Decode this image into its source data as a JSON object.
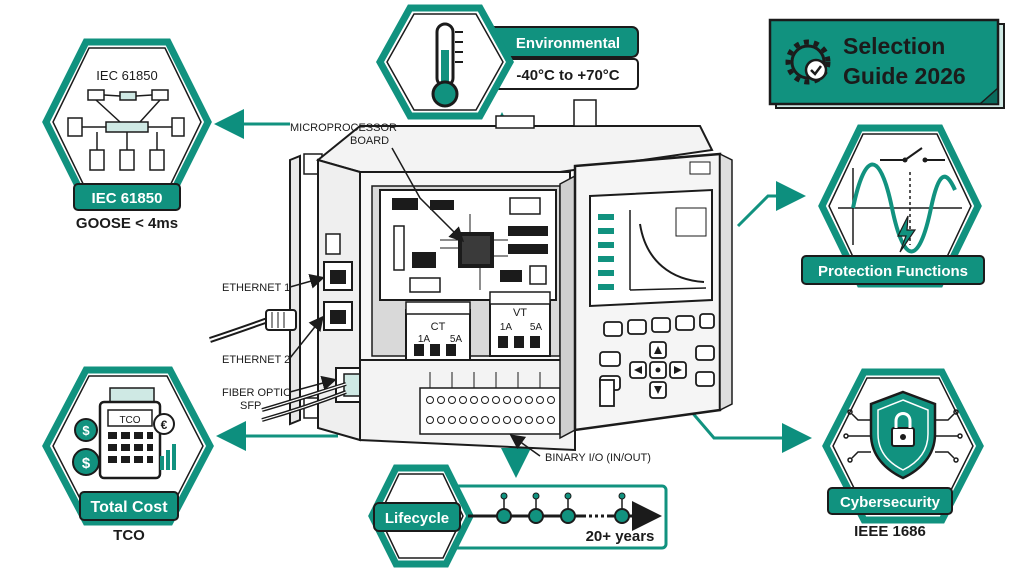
{
  "banner": {
    "line1": "Selection",
    "line2": "Guide 2026"
  },
  "environmental": {
    "label": "Environmental",
    "range": "-40°C to +70°C"
  },
  "iec61850": {
    "top_label": "IEC 61850",
    "badge": "IEC 61850",
    "sub": "GOOSE < 4ms"
  },
  "protection": {
    "label": "Protection Functions"
  },
  "total_cost": {
    "icon_text": "TCO",
    "label": "Total Cost",
    "sub": "TCO"
  },
  "lifecycle": {
    "label": "Lifecycle",
    "years": "20+ years"
  },
  "cyber": {
    "label": "Cybersecurity",
    "sub": "IEEE 1686"
  },
  "callouts": {
    "microprocessor_line1": "MICROPROCESSOR",
    "microprocessor_line2": "BOARD",
    "ethernet1": "ETHERNET 1",
    "ethernet2": "ETHERNET 2",
    "fiber_line1": "FIBER OPTIC",
    "fiber_line2": "SFP",
    "binary_io": "BINARY I/O (IN/OUT)"
  },
  "device": {
    "ct_label": "CT",
    "ct_1a": "1A",
    "ct_5a": "5A",
    "vt_label": "VT",
    "vt_1a": "1A",
    "vt_5a": "5A"
  },
  "colors": {
    "teal": "#0d8f7e",
    "dark": "#1b1b1b",
    "light_teal": "#e6f3f1"
  }
}
